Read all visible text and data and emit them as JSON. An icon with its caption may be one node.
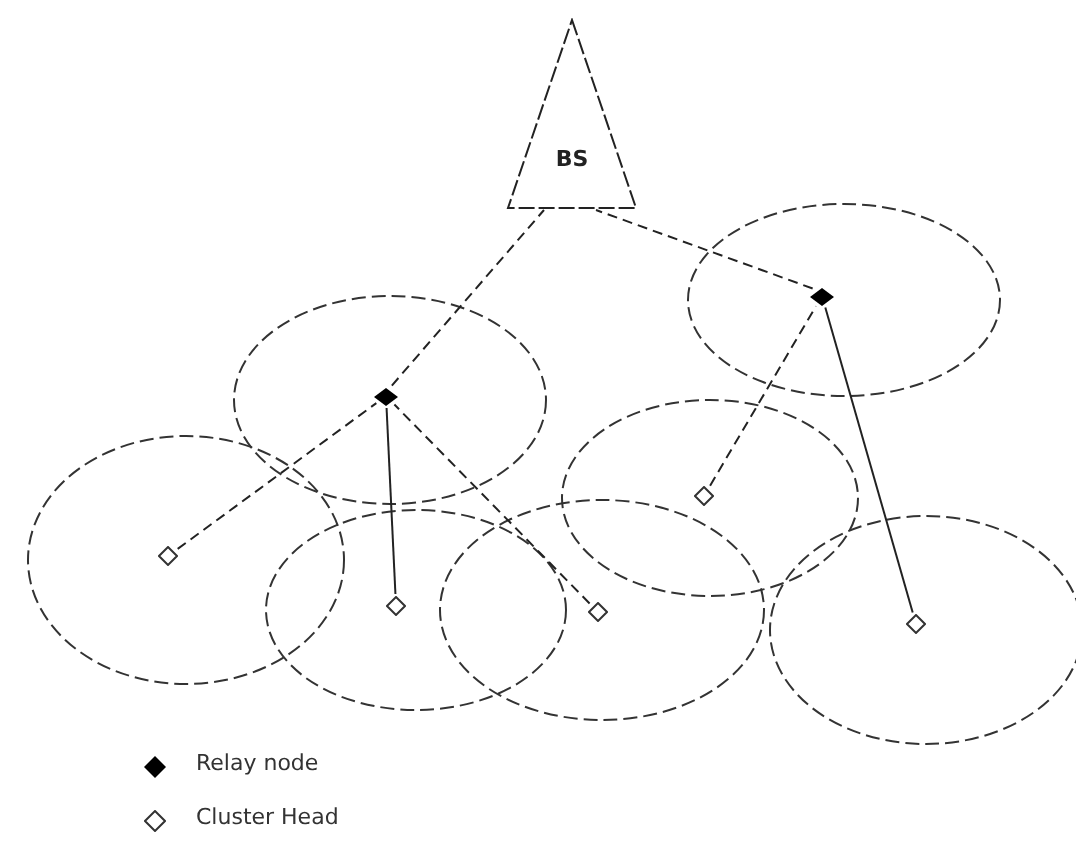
{
  "diagram": {
    "nodes": [
      {
        "text": [
          "BS"
        ]
      },
      {
        "text": [],
        "shape": "diamond"
      },
      {
        "text": [],
        "shape": "diamond"
      },
      {
        "text": [],
        "shape": "diamond"
      },
      {
        "text": [],
        "shape": "diamond"
      },
      {
        "text": [],
        "shape": "diamond"
      },
      {
        "text": [],
        "shape": "diamond"
      },
      {
        "text": [],
        "shape": "diamond"
      }
    ],
    "edges": [
      {
        "from": 1,
        "to": 0,
        "arrow": "none",
        "style": "dashed"
      },
      {
        "from": 2,
        "to": 0,
        "arrow": "none",
        "style": "dashed"
      },
      {
        "from": 3,
        "to": 1,
        "arrow": "none",
        "style": "dashed"
      },
      {
        "from": 4,
        "to": 1,
        "arrow": "none"
      },
      {
        "from": 5,
        "to": 1,
        "arrow": "none",
        "style": "dashed"
      },
      {
        "from": 6,
        "to": 2,
        "arrow": "none",
        "style": "dashed"
      },
      {
        "from": 7,
        "to": 2,
        "arrow": "none"
      }
    ],
    "legend": [
      {
        "text": "Relay node"
      },
      {
        "text": "Cluster Head"
      }
    ]
  }
}
